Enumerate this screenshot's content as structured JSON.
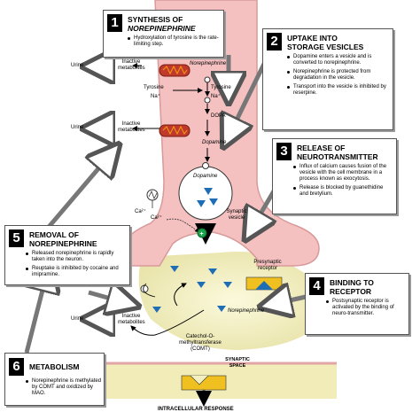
{
  "step1": {
    "number": "1",
    "title_a": "SYNTHESIS OF",
    "title_b": "NOREPINEPHRINE",
    "bullets": [
      "Hydroxylation of tyrosine is the rate-limiting step."
    ]
  },
  "step2": {
    "number": "2",
    "title_a": "UPTAKE INTO",
    "title_b": "STORAGE VESICLES",
    "bullets": [
      "Dopamine enters a vesicle and is converted to norepinephrine.",
      "Norepinephrine is protected from degradation in the vesicle.",
      "Transport into the vesicle is inhibited by reserpine."
    ]
  },
  "step3": {
    "number": "3",
    "title_a": "RELEASE OF",
    "title_b": "NEUROTRANSMITTER",
    "bullets": [
      "Influx of calcium causes fusion of the vesicle with the cell membrane in a process known as exocytosis.",
      "Release is blocked by guanethidine and bretylium."
    ]
  },
  "step4": {
    "number": "4",
    "title_a": "BINDING TO",
    "title_b": "RECEPTOR",
    "bullets": [
      "Postsynaptic receptor is activated by the binding of neuro-transmitter."
    ]
  },
  "step5": {
    "number": "5",
    "title_a": "REMOVAL OF",
    "title_b": "NOREPINEPHRINE",
    "bullets": [
      "Released norepinephrine is rapidly taken into the neuron.",
      "Reuptake is inhibited by cocaine and imipramine."
    ]
  },
  "step6": {
    "number": "6",
    "title_a": "METABOLISM",
    "bullets": [
      "Norepinephrine is methylated by COMT and oxidized by MAO."
    ]
  },
  "labels": {
    "urine": "Urine",
    "inactive_metabolites": "Inactive metabolites",
    "norepinephrine": "Norepinephrine",
    "tyrosine": "Tyrosine",
    "na": "Na⁺",
    "dopa": "DOPA",
    "dopamine": "Dopamine",
    "ca": "Ca²⁺",
    "synaptic_vesicle": "Synaptic vesicle",
    "presynaptic_receptor": "Presynaptic receptor",
    "comt": "Catechol-O-methyltransferase (COMT)",
    "synaptic_space": "SYNAPTIC SPACE",
    "intracellular_response": "INTRACELLULAR RESPONSE"
  },
  "colors": {
    "neuron": "#f4c0c0",
    "vesicle": "#ffffff",
    "cleft": "#f2efc0",
    "postsynaptic": "#f2efc0",
    "molecule": "#1f6eb5",
    "mitochondrion": "#c0392b",
    "receptor": "#f0c020"
  }
}
